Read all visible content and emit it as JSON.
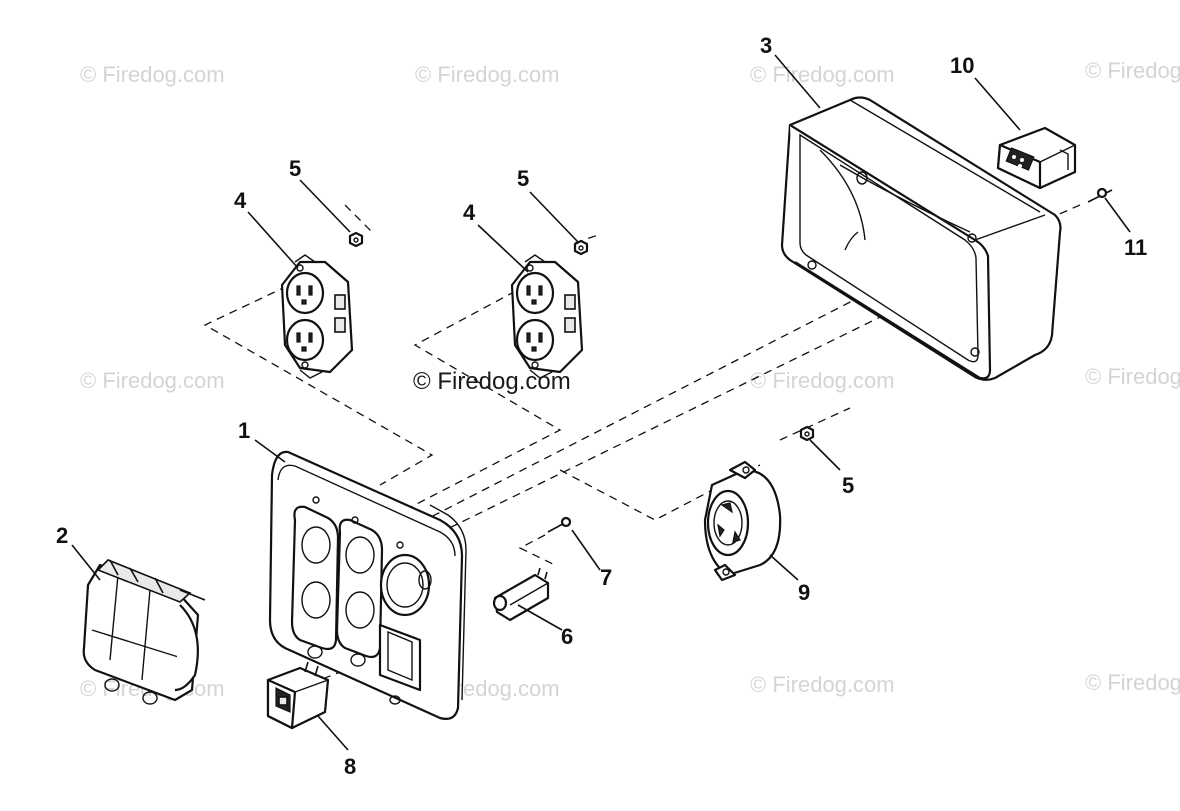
{
  "watermarks": [
    "© Firedog.com",
    "© Firedog.com",
    "© Firedog.com",
    "© Firedog",
    "© Firedog.com",
    "© Firedog.com",
    "© Firedog",
    "© Firedog.com",
    "© Firedog.com",
    "© Firedog.com",
    "© Firedog"
  ],
  "center_watermark": "© Firedog.com",
  "callouts": {
    "c1": "1",
    "c2": "2",
    "c3": "3",
    "c4a": "4",
    "c4b": "4",
    "c5a": "5",
    "c5b": "5",
    "c5c": "5",
    "c6": "6",
    "c7": "7",
    "c8": "8",
    "c9": "9",
    "c10": "10",
    "c11": "11"
  }
}
